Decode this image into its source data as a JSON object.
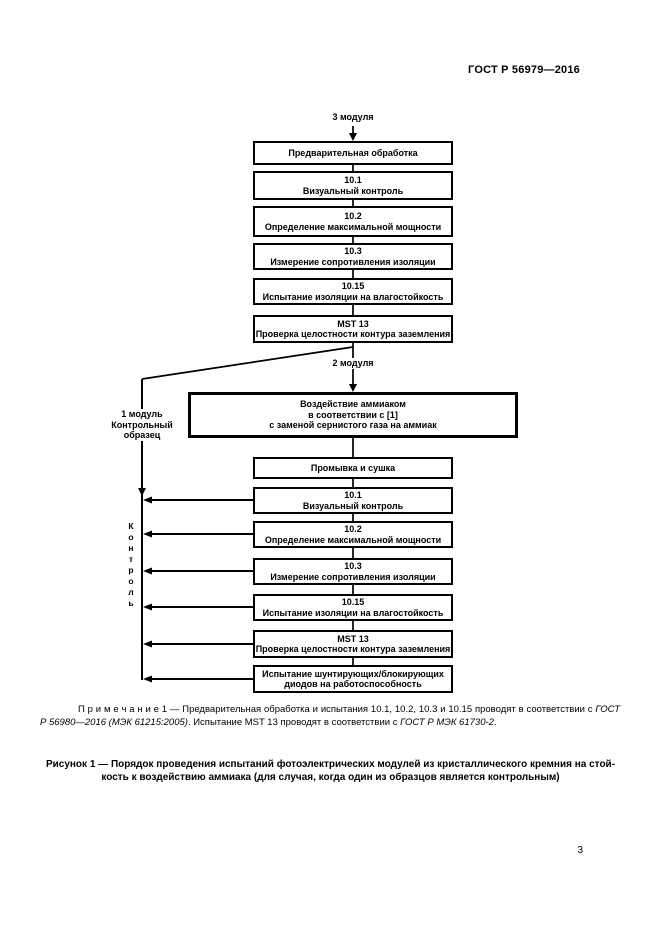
{
  "header": {
    "doc_number": "ГОСТ Р 56979—2016"
  },
  "flowchart": {
    "top_label": "3 модуля",
    "mid_label": "2 модуля",
    "control_branch_label": {
      "line1": "1 модуль",
      "line2": "Контрольный",
      "line3": "образец"
    },
    "control_axis_label": "Контроль",
    "pre_chain": [
      {
        "lines": [
          "Предварительная обработка",
          ""
        ]
      },
      {
        "lines": [
          "10.1",
          "Визуальный контроль"
        ]
      },
      {
        "lines": [
          "10.2",
          "Определение максимальной мощности"
        ]
      },
      {
        "lines": [
          "10.3",
          "Измерение сопротивления изоляции"
        ]
      },
      {
        "lines": [
          "10.15",
          "Испытание изоляции на влагостойкость"
        ]
      },
      {
        "lines": [
          "MST 13",
          "Проверка целостности контура заземления"
        ]
      }
    ],
    "ammonia_box": {
      "lines": [
        "Воздействие аммиаком",
        "в соответствии с [1]",
        "с заменой сернистого газа на аммиак"
      ]
    },
    "post_chain": [
      {
        "lines": [
          "Промывка и сушка",
          ""
        ]
      },
      {
        "lines": [
          "10.1",
          "Визуальный контроль"
        ]
      },
      {
        "lines": [
          "10.2",
          "Определение максимальной мощности"
        ]
      },
      {
        "lines": [
          "10.3",
          "Измерение сопротивления изоляции"
        ]
      },
      {
        "lines": [
          "10.15",
          "Испытание изоляции на влагостойкость"
        ]
      },
      {
        "lines": [
          "MST 13",
          "Проверка целостности контура заземления"
        ]
      },
      {
        "lines": [
          "Испытание шунтирующих/блокирующих",
          "диодов на работоспособность"
        ]
      }
    ]
  },
  "note": {
    "segments": [
      {
        "text": "П р и м е ч а н и е   1 — Предварительная обработка и испытания 10.1, 10.2, 10.3 и 10.15 проводят в соответствии с "
      },
      {
        "text": "ГОСТ Р 56980—2016 (МЭК 61215:2005)"
      },
      {
        "text": ". Испытание MST 13 проводят в соответствии с "
      },
      {
        "text": "ГОСТ Р МЭК 61730-2"
      },
      {
        "text": "."
      }
    ]
  },
  "caption": {
    "line1": "Рисунок 1 — Порядок проведения испытаний фотоэлектрических модулей из кристаллического кремния на стой-",
    "line2": "кость к воздействию аммиака (для случая, когда один из образцов является контрольным)"
  },
  "page_number": "3"
}
